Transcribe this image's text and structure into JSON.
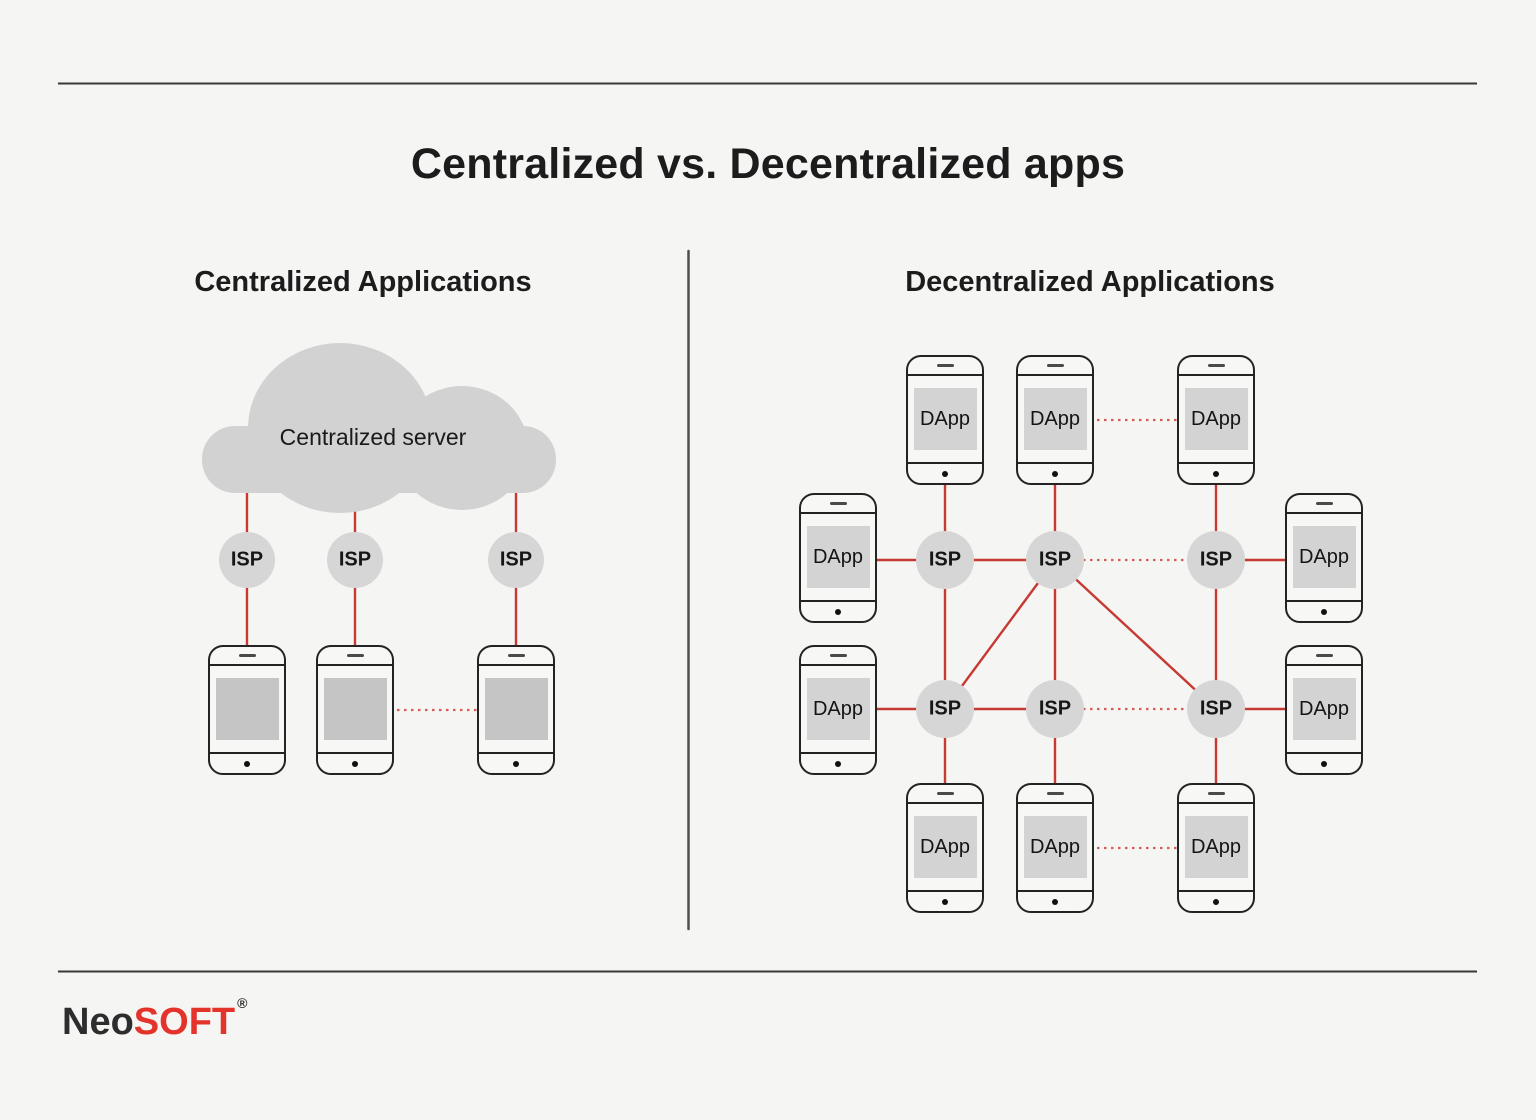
{
  "header": {
    "title": "Centralized vs. Decentralized apps"
  },
  "left_panel": {
    "heading": "Centralized Applications",
    "cloud_label": "Centralized server",
    "isp_labels": [
      "ISP",
      "ISP",
      "ISP"
    ]
  },
  "right_panel": {
    "heading": "Decentralized Applications",
    "isp_labels": [
      "ISP",
      "ISP",
      "ISP",
      "ISP",
      "ISP",
      "ISP"
    ],
    "dapp_labels": [
      "DApp",
      "DApp",
      "DApp",
      "DApp",
      "DApp",
      "DApp",
      "DApp",
      "DApp",
      "DApp",
      "DApp"
    ]
  },
  "footer": {
    "brand_name_part1": "Neo",
    "brand_name_part2": "SOFT",
    "registered_mark": "®"
  },
  "colors": {
    "background": "#f5f5f4",
    "accent_red": "#c63a31",
    "dotted_red": "#d55c53",
    "node_gray": "#d6d6d6",
    "cloud_gray": "#d2d2d2",
    "screen_gray_left": "#c5c5c5",
    "screen_gray_right": "#d3d3d3",
    "divider_dark": "#3c3c3c",
    "brand_red": "#e3332b",
    "text_dark": "#1c1c1c"
  }
}
